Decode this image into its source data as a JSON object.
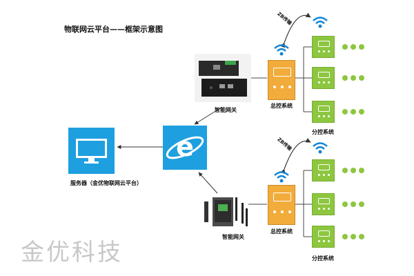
{
  "title": "物联网云平台——框架示意图",
  "labels": {
    "gateway_top": "智能网关",
    "gateway_bottom": "智能网关",
    "main_control_top": "总控系统",
    "main_control_bottom": "总控系统",
    "sub_control_top": "分控系统",
    "sub_control_bottom": "分控系统",
    "server": "服务器（金优物联网云平台）",
    "zb_top": "ZB传输",
    "zb_bottom": "ZB传输"
  },
  "watermark": "金优科技",
  "colors": {
    "controller": "#f1ac3b",
    "sub_system": "#8dc63f",
    "server": "#1e9fe0",
    "browser": "#1e9fe0",
    "wifi": "#0f84d6"
  },
  "icons": [
    "wifi-icon",
    "computer-monitor-icon",
    "ie-browser-icon",
    "gateway-device-icon"
  ]
}
